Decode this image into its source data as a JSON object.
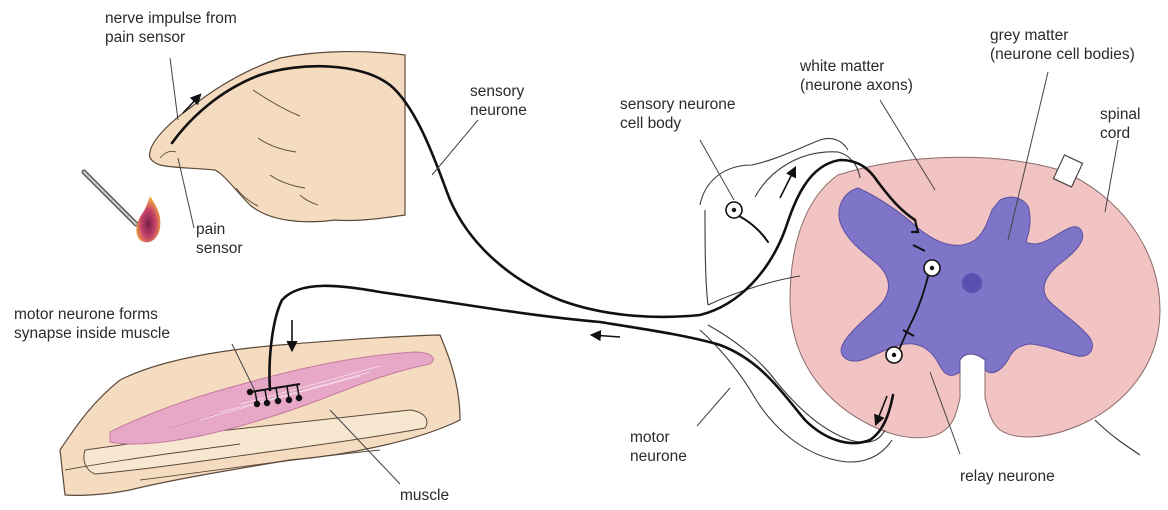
{
  "labels": {
    "nerve_impulse": [
      "nerve impulse from",
      "pain sensor"
    ],
    "pain_sensor": [
      "pain",
      "sensor"
    ],
    "sensory_neurone": [
      "sensory",
      "neurone"
    ],
    "sensory_cell_body": [
      "sensory neurone",
      "cell body"
    ],
    "white_matter": [
      "white matter",
      "(neurone axons)"
    ],
    "grey_matter": [
      "grey matter",
      "(neurone cell bodies)"
    ],
    "spinal_cord": [
      "spinal",
      "cord"
    ],
    "motor_synapse": [
      "motor neurone forms",
      "synapse inside muscle"
    ],
    "muscle": "muscle",
    "motor_neurone": [
      "motor",
      "neurone"
    ],
    "relay_neurone": "relay neurone"
  },
  "colors": {
    "skin": "#f5dcc0",
    "skin_outline": "#5a4a3a",
    "spinal_white_matter": "#f2c3c3",
    "grey_matter": "#7e74c8",
    "muscle": "#e7a7c6",
    "nerve": "#111111",
    "flame": "#e98a2a"
  }
}
